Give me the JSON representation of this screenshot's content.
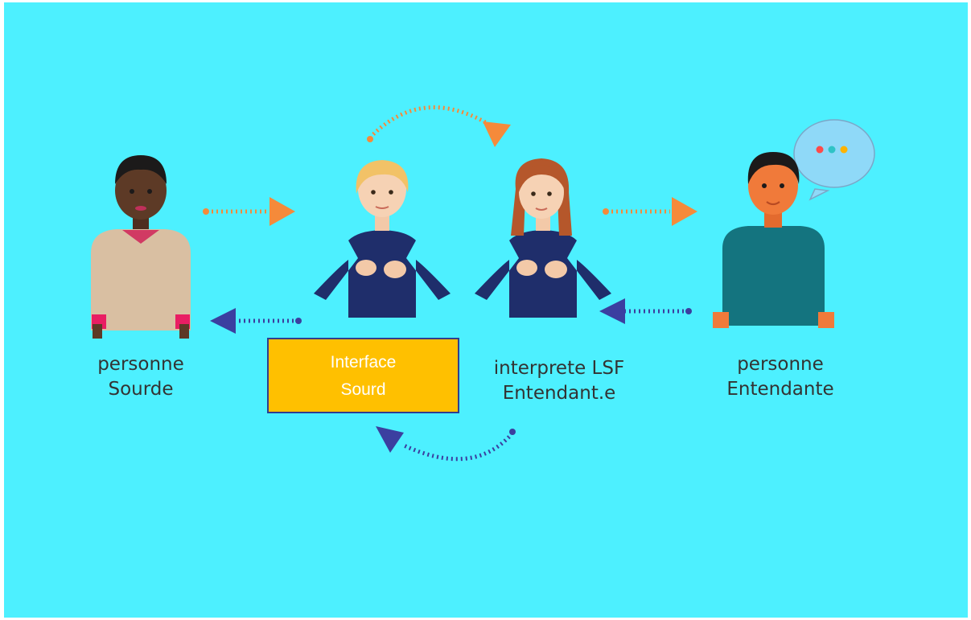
{
  "colors": {
    "background": "#4df0ff",
    "arrow_forward": "#f58a3a",
    "arrow_return": "#3b3fa0",
    "box_fill": "#ffc000",
    "box_border": "#2f3f8f",
    "label_text": "#333333"
  },
  "figures": [
    {
      "name": "deaf-person",
      "label_lines": [
        "personne",
        "Sourde"
      ]
    },
    {
      "name": "deaf-interpreter",
      "label_lines": []
    },
    {
      "name": "hearing-interpreter",
      "label_lines": [
        "interprete LSF",
        "Entendant.e"
      ]
    },
    {
      "name": "hearing-person",
      "label_lines": [
        "personne",
        "Entendante"
      ]
    }
  ],
  "interface_box": {
    "lines": [
      "Interface",
      "Sourd"
    ]
  },
  "speech_bubble": {
    "dots": [
      "#ff4a4a",
      "#2fc3c6",
      "#ffb300"
    ]
  }
}
